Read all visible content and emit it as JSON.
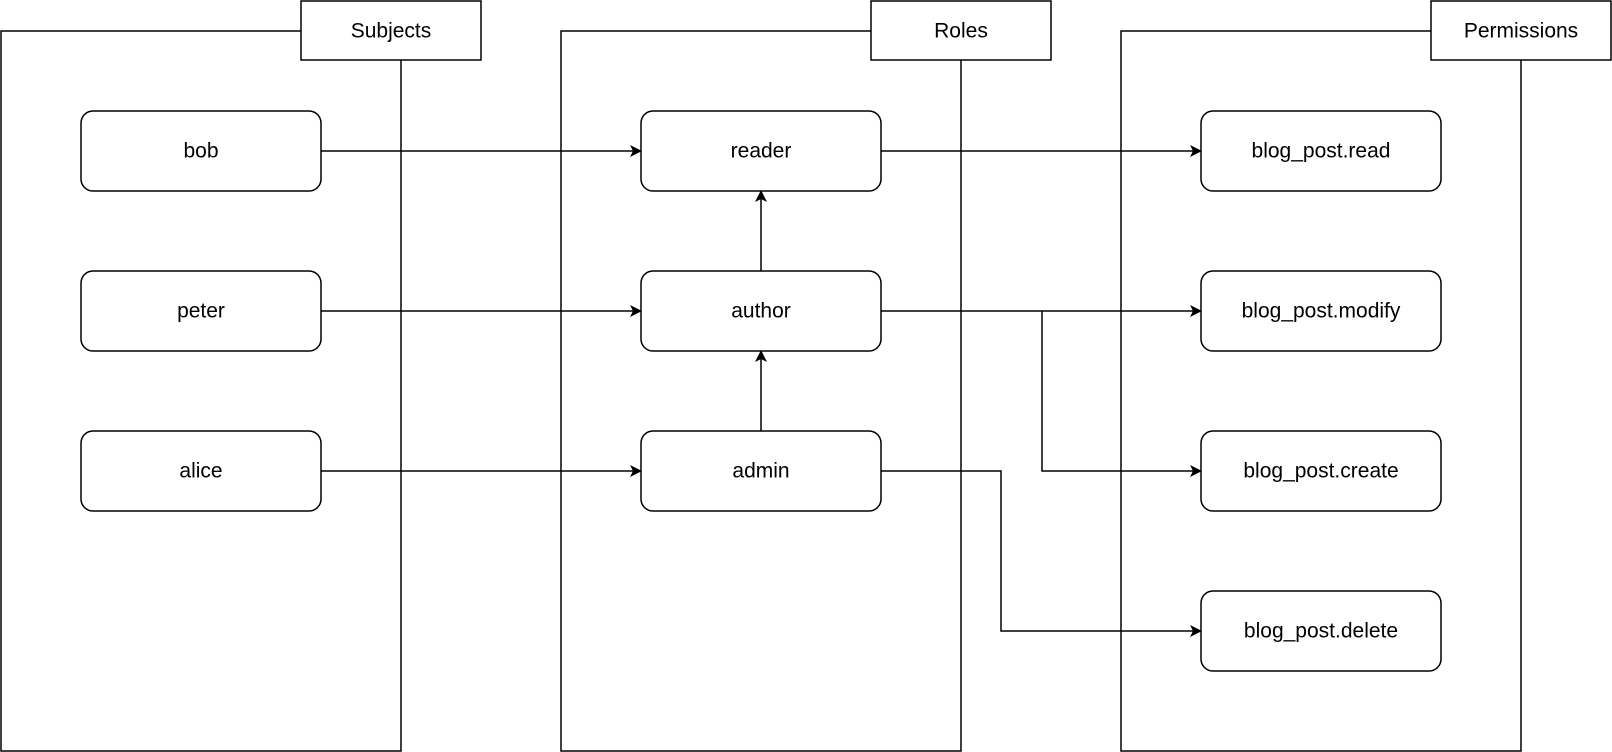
{
  "columns": {
    "subjects": {
      "title": "Subjects"
    },
    "roles": {
      "title": "Roles"
    },
    "permissions": {
      "title": "Permissions"
    }
  },
  "subjects": [
    {
      "id": "bob",
      "label": "bob"
    },
    {
      "id": "peter",
      "label": "peter"
    },
    {
      "id": "alice",
      "label": "alice"
    }
  ],
  "roles": [
    {
      "id": "reader",
      "label": "reader"
    },
    {
      "id": "author",
      "label": "author"
    },
    {
      "id": "admin",
      "label": "admin"
    }
  ],
  "permissions": [
    {
      "id": "read",
      "label": "blog_post.read"
    },
    {
      "id": "modify",
      "label": "blog_post.modify"
    },
    {
      "id": "create",
      "label": "blog_post.create"
    },
    {
      "id": "delete",
      "label": "blog_post.delete"
    }
  ],
  "edges": [
    {
      "from": "bob",
      "to": "reader"
    },
    {
      "from": "peter",
      "to": "author"
    },
    {
      "from": "alice",
      "to": "admin"
    },
    {
      "from": "author",
      "to": "reader"
    },
    {
      "from": "admin",
      "to": "author"
    },
    {
      "from": "reader",
      "to": "read"
    },
    {
      "from": "author",
      "to": "modify"
    },
    {
      "from": "author",
      "to": "create"
    },
    {
      "from": "admin",
      "to": "delete"
    }
  ],
  "colors": {
    "stroke": "#000000",
    "fill": "#ffffff"
  }
}
